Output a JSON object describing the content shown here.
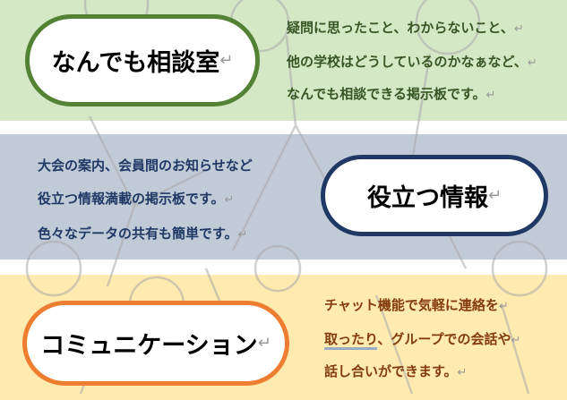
{
  "sections": [
    {
      "title": "なんでも相談室",
      "lines": [
        "疑問に思ったこと、わからないこと、",
        "他の学校はどうしているのかなぁなど、",
        "なんでも相談できる掲示板です。"
      ],
      "accent": "#548235"
    },
    {
      "title": "役立つ情報",
      "lines": [
        "大会の案内、会員間のお知らせなど",
        "役立つ情報満載の掲示板です。",
        "色々なデータの共有も簡単です。"
      ],
      "accent": "#203864"
    },
    {
      "title": "コミュニケーション",
      "lines": [
        "チャット機能で気軽に連絡を",
        "取ったり",
        "、グループでの会話や",
        "話し合いができます。"
      ],
      "accent": "#ed7d31"
    }
  ],
  "paragraph_mark": "↵"
}
